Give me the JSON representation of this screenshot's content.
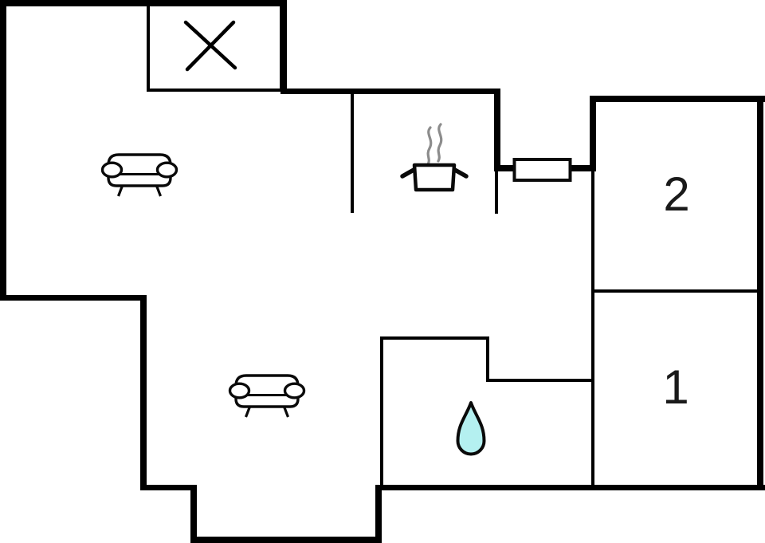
{
  "title": "apartment-floor-plan",
  "colors": {
    "background": "#ffffff",
    "wall": "#000000",
    "icon_stroke": "#0a0a0a",
    "icon_fill": "#ffffff",
    "steam": "#8c8c8c",
    "water_drop_fill": "#b4f0f0",
    "label": "#1a1a1a"
  },
  "rooms": [
    {
      "name": "bedroom-2",
      "label": "2"
    },
    {
      "name": "bedroom-1",
      "label": "1"
    }
  ],
  "icons": [
    {
      "name": "window-cross-icon",
      "area": "terrace"
    },
    {
      "name": "sofa-icon",
      "area": "upper-living-room"
    },
    {
      "name": "sofa-icon",
      "area": "lower-living-room"
    },
    {
      "name": "cooking-pot-icon",
      "area": "kitchen"
    },
    {
      "name": "steam-icon",
      "area": "kitchen"
    },
    {
      "name": "door-icon",
      "area": "hall"
    },
    {
      "name": "water-drop-icon",
      "area": "bathroom"
    }
  ]
}
